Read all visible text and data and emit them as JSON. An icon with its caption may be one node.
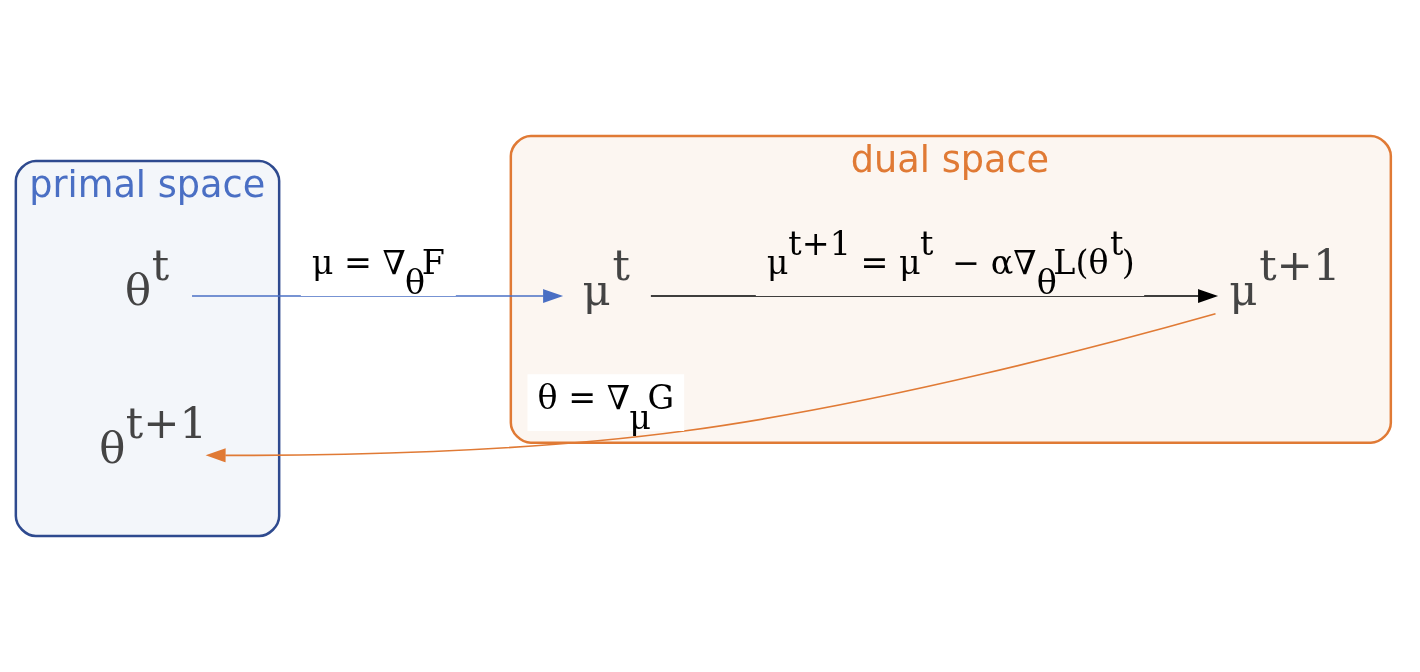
{
  "diagram": {
    "nodes": [
      {
        "text": [
          "primal space"
        ]
      },
      {
        "text": [
          "dual space"
        ]
      },
      {
        "text": [
          "θ$^{t}$"
        ],
        "in": 0
      },
      {
        "text": [
          "θ$^{t+1}$"
        ],
        "in": 0
      },
      {
        "text": [
          "μ$^{t}$"
        ],
        "in": 1
      },
      {
        "text": [
          "μ$^{t+1}$"
        ],
        "in": 1
      }
    ],
    "edges": [
      {
        "from": 2,
        "to": 4,
        "arrow": "to",
        "label": "μ = ∇$_{θ}$F",
        "color": "#4a6fc4"
      },
      {
        "from": 4,
        "to": 5,
        "arrow": "to",
        "label": "μ$^{t+1}$ = μ$^{t}$ − α∇$_{θ}$L(θ$^{t}$)",
        "color": "#000000"
      },
      {
        "from": 5,
        "to": 3,
        "arrow": "to",
        "label": "θ = ∇$_{μ}$G",
        "color": "#e07a35"
      }
    ]
  }
}
